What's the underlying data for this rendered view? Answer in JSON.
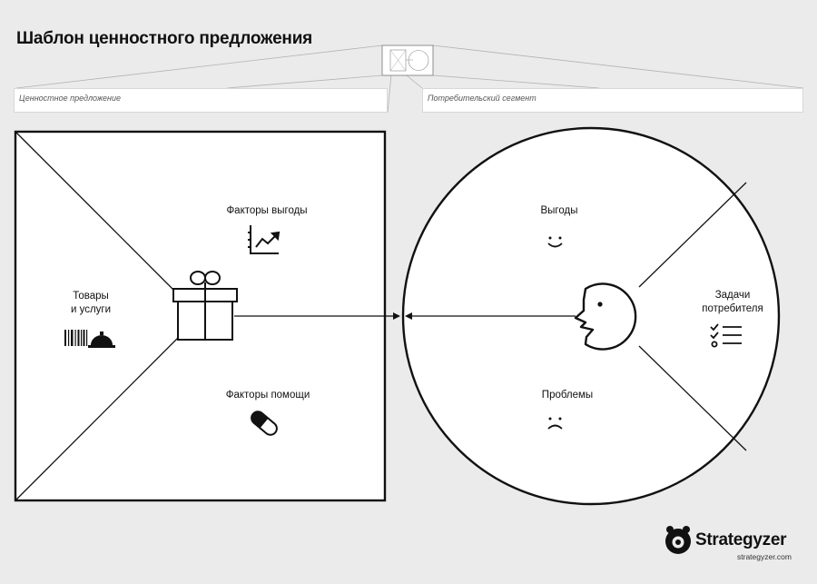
{
  "title": "Шаблон ценностного предложения",
  "fields": {
    "value_proposition": "Ценностное предложение",
    "customer_segment": "Потребительский сегмент"
  },
  "value_map": {
    "gain_creators": "Факторы выгоды",
    "products_services": "Товары\nи услуги",
    "pain_relievers": "Факторы помощи"
  },
  "customer_profile": {
    "gains": "Выгоды",
    "customer_jobs": "Задачи\nпотребителя",
    "pains": "Проблемы"
  },
  "icons": {
    "gift": "gift-icon",
    "chart": "chart-up-icon",
    "barcode": "barcode-icon",
    "cloche": "cloche-icon",
    "pill": "pill-icon",
    "smile": "smile-icon",
    "frown": "frown-icon",
    "checklist": "checklist-icon",
    "face": "face-profile-icon"
  },
  "brand": {
    "name": "Strategyzer",
    "url": "strategyzer.com"
  }
}
